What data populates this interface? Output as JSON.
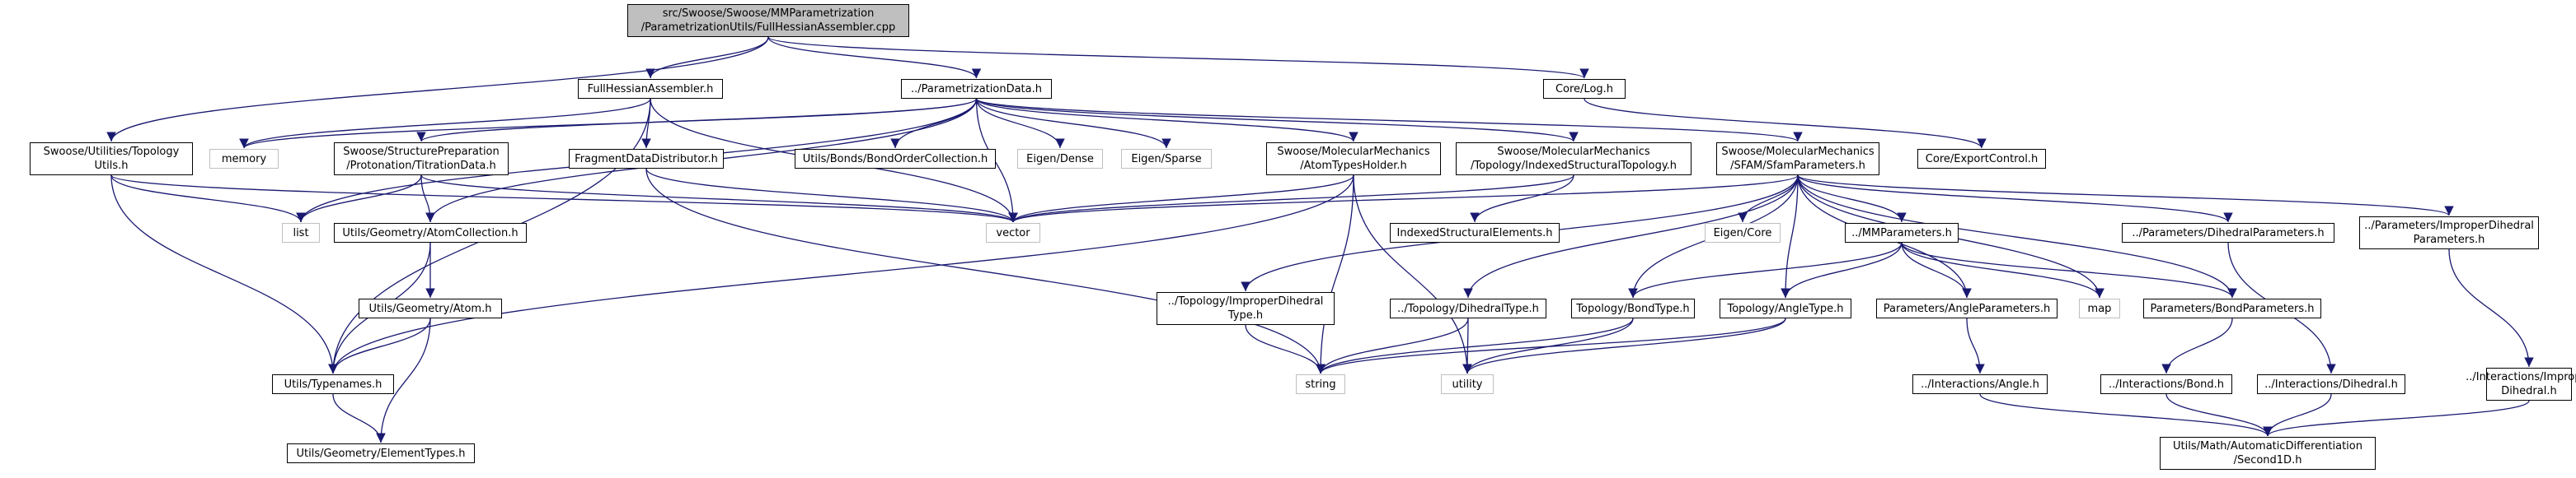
{
  "diagram": {
    "type": "include-dependency-graph",
    "edge_color": "#191970",
    "external_border_color": "#bfbfbf",
    "root_fill": "#bfbfbf",
    "nodes": {
      "root": {
        "lines": [
          "src/Swoose/Swoose/MMParametrization",
          "/ParametrizationUtils/FullHessianAssembler.cpp"
        ],
        "kind": "root"
      },
      "fha": {
        "lines": [
          "FullHessianAssembler.h"
        ],
        "kind": "file"
      },
      "pd": {
        "lines": [
          "../ParametrizationData.h"
        ],
        "kind": "file"
      },
      "log": {
        "lines": [
          "Core/Log.h"
        ],
        "kind": "file"
      },
      "export": {
        "lines": [
          "Core/ExportControl.h"
        ],
        "kind": "file"
      },
      "topo": {
        "lines": [
          "Swoose/Utilities/Topology",
          "Utils.h"
        ],
        "kind": "file"
      },
      "memory": {
        "lines": [
          "memory"
        ],
        "kind": "external"
      },
      "titration": {
        "lines": [
          "Swoose/StructurePreparation",
          "/Protonation/TitrationData.h"
        ],
        "kind": "file"
      },
      "fragdist": {
        "lines": [
          "FragmentDataDistributor.h"
        ],
        "kind": "file"
      },
      "bondorder": {
        "lines": [
          "Utils/Bonds/BondOrderCollection.h"
        ],
        "kind": "file"
      },
      "eigdense": {
        "lines": [
          "Eigen/Dense"
        ],
        "kind": "external"
      },
      "eigsparse": {
        "lines": [
          "Eigen/Sparse"
        ],
        "kind": "external"
      },
      "atomtypes": {
        "lines": [
          "Swoose/MolecularMechanics",
          "/AtomTypesHolder.h"
        ],
        "kind": "file"
      },
      "indexed": {
        "lines": [
          "Swoose/MolecularMechanics",
          "/Topology/IndexedStructuralTopology.h"
        ],
        "kind": "file"
      },
      "sfam": {
        "lines": [
          "Swoose/MolecularMechanics",
          "/SFAM/SfamParameters.h"
        ],
        "kind": "file"
      },
      "list": {
        "lines": [
          "list"
        ],
        "kind": "external"
      },
      "atomcoll": {
        "lines": [
          "Utils/Geometry/AtomCollection.h"
        ],
        "kind": "file"
      },
      "vector": {
        "lines": [
          "vector"
        ],
        "kind": "external"
      },
      "idxelem": {
        "lines": [
          "IndexedStructuralElements.h"
        ],
        "kind": "file"
      },
      "eigcore": {
        "lines": [
          "Eigen/Core"
        ],
        "kind": "external"
      },
      "mmparams": {
        "lines": [
          "../MMParameters.h"
        ],
        "kind": "file"
      },
      "dihedparams": {
        "lines": [
          "../Parameters/DihedralParameters.h"
        ],
        "kind": "file"
      },
      "impdihedparams": {
        "lines": [
          "../Parameters/ImproperDihedral",
          "Parameters.h"
        ],
        "kind": "file"
      },
      "atom": {
        "lines": [
          "Utils/Geometry/Atom.h"
        ],
        "kind": "file"
      },
      "impdihedtype": {
        "lines": [
          "../Topology/ImproperDihedral",
          "Type.h"
        ],
        "kind": "file"
      },
      "dihedtype": {
        "lines": [
          "../Topology/DihedralType.h"
        ],
        "kind": "file"
      },
      "bondtype": {
        "lines": [
          "Topology/BondType.h"
        ],
        "kind": "file"
      },
      "angletype": {
        "lines": [
          "Topology/AngleType.h"
        ],
        "kind": "file"
      },
      "angleparams": {
        "lines": [
          "Parameters/AngleParameters.h"
        ],
        "kind": "file"
      },
      "map": {
        "lines": [
          "map"
        ],
        "kind": "external"
      },
      "bondparams": {
        "lines": [
          "Parameters/BondParameters.h"
        ],
        "kind": "file"
      },
      "typenames": {
        "lines": [
          "Utils/Typenames.h"
        ],
        "kind": "file"
      },
      "string": {
        "lines": [
          "string"
        ],
        "kind": "external"
      },
      "utility": {
        "lines": [
          "utility"
        ],
        "kind": "external"
      },
      "iangle": {
        "lines": [
          "../Interactions/Angle.h"
        ],
        "kind": "file"
      },
      "ibond": {
        "lines": [
          "../Interactions/Bond.h"
        ],
        "kind": "file"
      },
      "idihed": {
        "lines": [
          "../Interactions/Dihedral.h"
        ],
        "kind": "file"
      },
      "iimpdihed": {
        "lines": [
          "../Interactions/Improper",
          "Dihedral.h"
        ],
        "kind": "file"
      },
      "elemtypes": {
        "lines": [
          "Utils/Geometry/ElementTypes.h"
        ],
        "kind": "file"
      },
      "second1d": {
        "lines": [
          "Utils/Math/AutomaticDifferentiation",
          "/Second1D.h"
        ],
        "kind": "file"
      }
    },
    "edges": [
      [
        "root",
        "fha"
      ],
      [
        "root",
        "pd"
      ],
      [
        "root",
        "log"
      ],
      [
        "root",
        "topo"
      ],
      [
        "fha",
        "memory"
      ],
      [
        "fha",
        "fragdist"
      ],
      [
        "fha",
        "vector"
      ],
      [
        "fha",
        "typenames"
      ],
      [
        "pd",
        "memory"
      ],
      [
        "pd",
        "titration"
      ],
      [
        "pd",
        "bondorder"
      ],
      [
        "pd",
        "eigdense"
      ],
      [
        "pd",
        "eigsparse"
      ],
      [
        "pd",
        "atomtypes"
      ],
      [
        "pd",
        "indexed"
      ],
      [
        "pd",
        "sfam"
      ],
      [
        "pd",
        "list"
      ],
      [
        "pd",
        "atomcoll"
      ],
      [
        "pd",
        "vector"
      ],
      [
        "log",
        "export"
      ],
      [
        "topo",
        "list"
      ],
      [
        "topo",
        "vector"
      ],
      [
        "topo",
        "typenames"
      ],
      [
        "titration",
        "list"
      ],
      [
        "titration",
        "atomcoll"
      ],
      [
        "titration",
        "vector"
      ],
      [
        "fragdist",
        "vector"
      ],
      [
        "fragdist",
        "string"
      ],
      [
        "atomtypes",
        "vector"
      ],
      [
        "atomtypes",
        "typenames"
      ],
      [
        "atomtypes",
        "string"
      ],
      [
        "atomtypes",
        "utility"
      ],
      [
        "indexed",
        "vector"
      ],
      [
        "indexed",
        "idxelem"
      ],
      [
        "sfam",
        "vector"
      ],
      [
        "sfam",
        "eigcore"
      ],
      [
        "sfam",
        "mmparams"
      ],
      [
        "sfam",
        "dihedparams"
      ],
      [
        "sfam",
        "impdihedparams"
      ],
      [
        "sfam",
        "impdihedtype"
      ],
      [
        "sfam",
        "dihedtype"
      ],
      [
        "sfam",
        "bondtype"
      ],
      [
        "sfam",
        "angletype"
      ],
      [
        "sfam",
        "angleparams"
      ],
      [
        "sfam",
        "map"
      ],
      [
        "sfam",
        "bondparams"
      ],
      [
        "atomcoll",
        "atom"
      ],
      [
        "atomcoll",
        "typenames"
      ],
      [
        "atom",
        "typenames"
      ],
      [
        "atom",
        "elemtypes"
      ],
      [
        "typenames",
        "elemtypes"
      ],
      [
        "mmparams",
        "bondtype"
      ],
      [
        "mmparams",
        "angletype"
      ],
      [
        "mmparams",
        "angleparams"
      ],
      [
        "mmparams",
        "map"
      ],
      [
        "mmparams",
        "bondparams"
      ],
      [
        "dihedparams",
        "idihed"
      ],
      [
        "impdihedparams",
        "iimpdihed"
      ],
      [
        "impdihedtype",
        "string"
      ],
      [
        "dihedtype",
        "string"
      ],
      [
        "dihedtype",
        "utility"
      ],
      [
        "bondtype",
        "string"
      ],
      [
        "bondtype",
        "utility"
      ],
      [
        "angletype",
        "string"
      ],
      [
        "angletype",
        "utility"
      ],
      [
        "angleparams",
        "iangle"
      ],
      [
        "bondparams",
        "ibond"
      ],
      [
        "iangle",
        "second1d"
      ],
      [
        "ibond",
        "second1d"
      ],
      [
        "idihed",
        "second1d"
      ],
      [
        "iimpdihed",
        "second1d"
      ]
    ]
  }
}
